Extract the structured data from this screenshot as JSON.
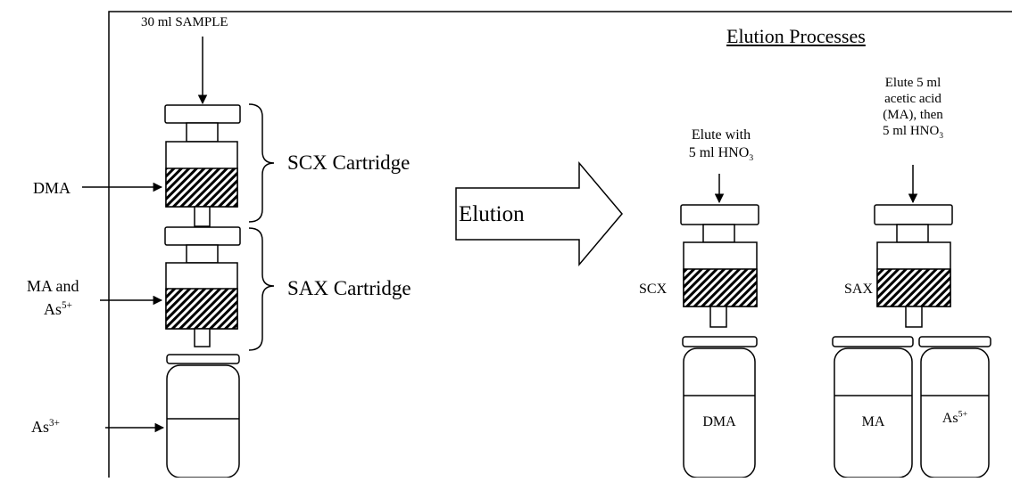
{
  "title": "Elution Processes",
  "sample_label": "30 ml SAMPLE",
  "cartridges": {
    "scx": "SCX Cartridge",
    "sax": "SAX Cartridge"
  },
  "species": {
    "dma": "DMA",
    "ma_and": "MA and",
    "as5_base": "As",
    "as5_sup": "5+",
    "as3_base": "As",
    "as3_sup": "3+"
  },
  "elution_label": "Elution",
  "scx_eluent": {
    "line1": "Elute with",
    "line2_prefix": "5 ml HNO",
    "line2_sub": "3"
  },
  "sax_eluent": {
    "line1": "Elute 5 ml",
    "line2": "acetic acid",
    "line3": "(MA), then",
    "line4_prefix": "5 ml HNO",
    "line4_sub": "3"
  },
  "column_labels": {
    "scx": "SCX",
    "sax": "SAX"
  },
  "vials": {
    "dma": "DMA",
    "ma": "MA",
    "as5_base": "As",
    "as5_sup": "5+"
  }
}
